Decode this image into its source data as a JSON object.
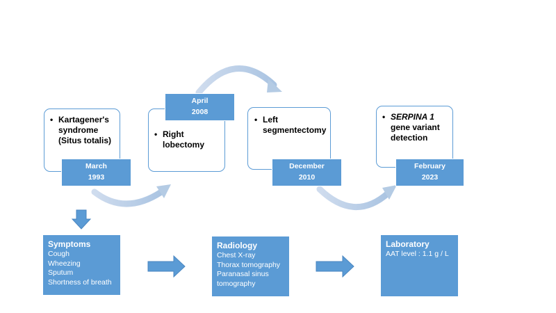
{
  "timeline": [
    {
      "id": "1993",
      "event_lines": [
        "Kartagener's",
        "syndrome",
        "(Situs totalis)"
      ],
      "month": "March",
      "year": "1993"
    },
    {
      "id": "2008",
      "event_lines": [
        "Right",
        "lobectomy"
      ],
      "month": "April",
      "year": "2008"
    },
    {
      "id": "2010",
      "event_lines": [
        "Left",
        "segmentectomy"
      ],
      "month": "December",
      "year": "2010"
    },
    {
      "id": "2023",
      "event_lines_italic": "SERPINA 1",
      "event_lines": [
        "gene variant",
        "detection"
      ],
      "month": "February",
      "year": "2023"
    }
  ],
  "findings": {
    "symptoms": {
      "title": "Symptoms",
      "items": [
        "Cough",
        "Wheezing",
        "Sputum",
        "Shortness of breath"
      ]
    },
    "radiology": {
      "title": "Radiology",
      "items": [
        "Chest X-ray",
        "Thorax tomography",
        "Paranasal sinus",
        "tomography"
      ]
    },
    "laboratory": {
      "title": "Laboratory",
      "items": [
        "AAT level : 1.1 g / L"
      ]
    }
  },
  "colors": {
    "accent": "#5b9bd5",
    "arrow_light": "#b4cbe4",
    "text_on_accent": "#ffffff"
  }
}
